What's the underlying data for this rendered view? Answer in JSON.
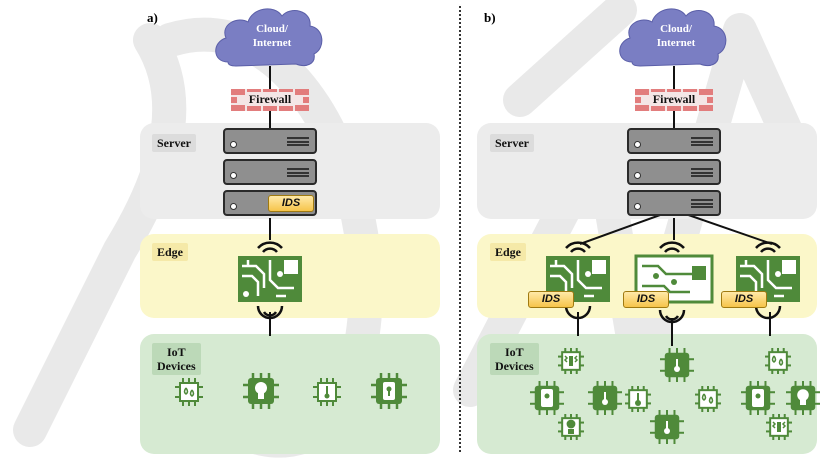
{
  "panel_a": {
    "title": "a)",
    "cloud_label_line1": "Cloud/",
    "cloud_label_line2": "Internet",
    "firewall_label": "Firewall",
    "server_label": "Server",
    "edge_label": "Edge",
    "iot_label_line1": "IoT",
    "iot_label_line2": "Devices",
    "ids_label": "IDS",
    "devices": [
      "water-sensor-chip-icon",
      "lightbulb-chip-icon",
      "thermometer-chip-icon",
      "lock-chip-icon"
    ]
  },
  "panel_b": {
    "title": "b)",
    "cloud_label_line1": "Cloud/",
    "cloud_label_line2": "Internet",
    "firewall_label": "Firewall",
    "server_label": "Server",
    "edge_label": "Edge",
    "iot_label_line1": "IoT",
    "iot_label_line2": "Devices",
    "ids_labels": [
      "IDS",
      "IDS",
      "IDS"
    ],
    "devices": [
      "vibration-chip-icon",
      "thermometer-gauge-icon",
      "water-sensor-chip-icon",
      "lock-chip-icon",
      "thermometer-chip-icon",
      "thermometer-chip-icon",
      "water-sensor-chip-icon",
      "lock-chip-icon",
      "lightbulb-chip-icon",
      "thermometer-chip-icon",
      "lightbulb-chip-icon",
      "vibration-chip-icon"
    ]
  },
  "colors": {
    "cloud": "#7a7ec3",
    "server_panel": "#ececec",
    "edge_panel": "#fbf7c9",
    "iot_panel": "#d6ead2",
    "device_green": "#4f8a3a",
    "firewall_brick": "#e27d7d",
    "ids_gold": "#f6c44a"
  }
}
